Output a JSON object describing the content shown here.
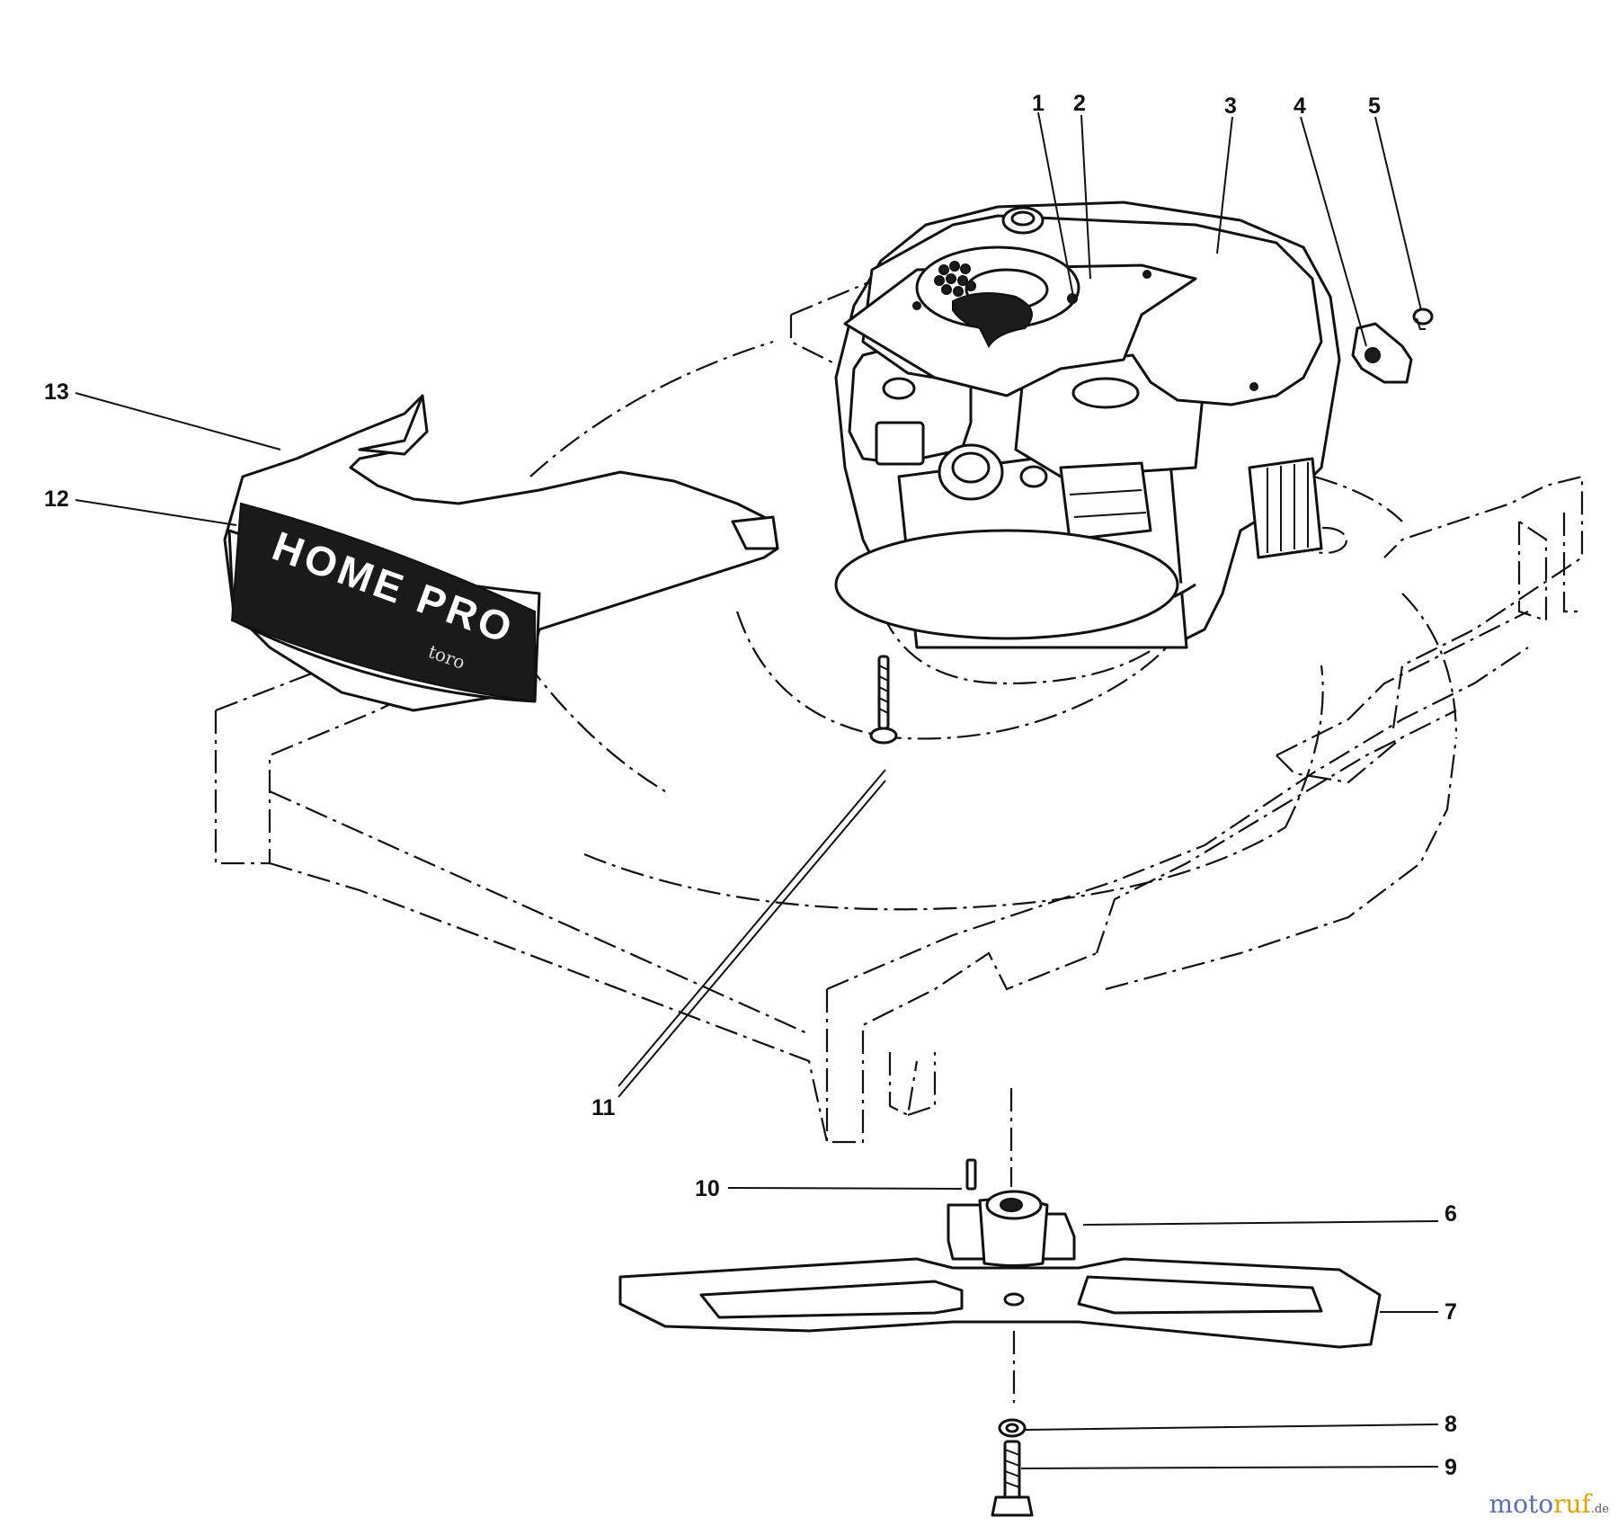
{
  "callouts": [
    {
      "id": "1",
      "text": "1"
    },
    {
      "id": "2",
      "text": "2"
    },
    {
      "id": "3",
      "text": "3"
    },
    {
      "id": "4",
      "text": "4"
    },
    {
      "id": "5",
      "text": "5"
    },
    {
      "id": "6",
      "text": "6"
    },
    {
      "id": "7",
      "text": "7"
    },
    {
      "id": "8",
      "text": "8"
    },
    {
      "id": "9",
      "text": "9"
    },
    {
      "id": "10",
      "text": "10"
    },
    {
      "id": "11",
      "text": "11"
    },
    {
      "id": "12",
      "text": "12"
    },
    {
      "id": "13",
      "text": "13"
    }
  ],
  "decal": {
    "line1": "HOME PRO",
    "line2": "toro"
  },
  "watermark": {
    "part1": "moto",
    "part2": "ruf",
    "part3": ".de"
  },
  "colors": {
    "ink": "#111111",
    "watermark_blue": "#5a6fb3",
    "watermark_yellow": "#e0a100"
  }
}
